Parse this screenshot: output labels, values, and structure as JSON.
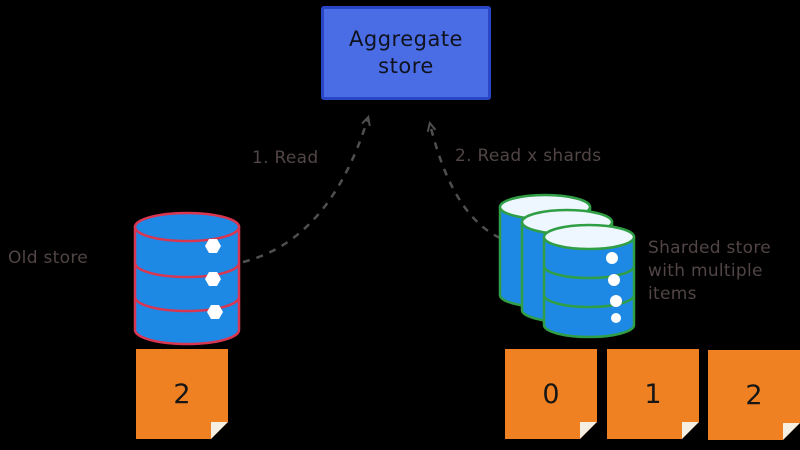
{
  "aggregate_store": {
    "label": "Aggregate\nstore"
  },
  "arrows": {
    "read_old": {
      "label": "1. Read"
    },
    "read_shards": {
      "label": "2. Read x shards"
    }
  },
  "old_store": {
    "label": "Old store",
    "note": "2"
  },
  "shard_store": {
    "label": "Sharded store\nwith multiple\nitems",
    "notes": [
      "0",
      "1",
      "2"
    ]
  },
  "icons": {
    "old_store": "database-cylinder-icon",
    "shard_store": "stacked-database-cylinders-icon",
    "notes": "sticky-note"
  },
  "colors": {
    "background": "#000000",
    "box_fill": "#4a6de5",
    "box_border": "#2946c6",
    "cylinder_fill": "#1e88e5",
    "old_store_outline": "#d93652",
    "shard_outline": "#2f9e44",
    "cylinder_top_light": "#eef6ff",
    "note_fill": "#ef8122",
    "arrow": "#4f4f4f",
    "dim_text": "#514545"
  }
}
